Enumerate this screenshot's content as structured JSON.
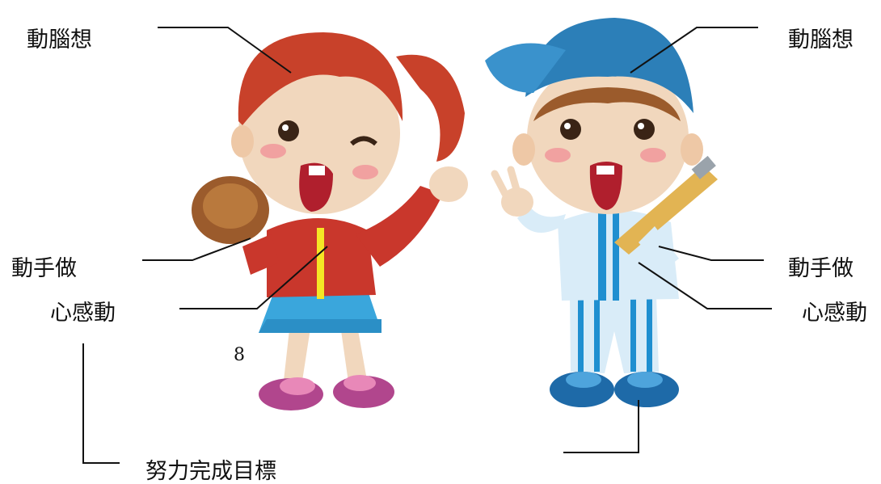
{
  "labels": {
    "left_think": "動腦想",
    "right_think": "動腦想",
    "left_hands": "動手做",
    "right_hands": "動手做",
    "left_heart": "心感動",
    "right_heart": "心感動",
    "bottom_goal": "努力完成目標"
  },
  "page_number": "8",
  "colors": {
    "girl_hair": "#c8412a",
    "girl_jacket": "#c9372c",
    "girl_skirt": "#3aa6dc",
    "girl_shoes": "#b1468d",
    "boy_cap": "#2c7fb8",
    "boy_shirt": "#d9ecf8",
    "boy_stripe": "#1f8fd0",
    "skin": "#f1d7bd",
    "bat": "#e2b453"
  }
}
